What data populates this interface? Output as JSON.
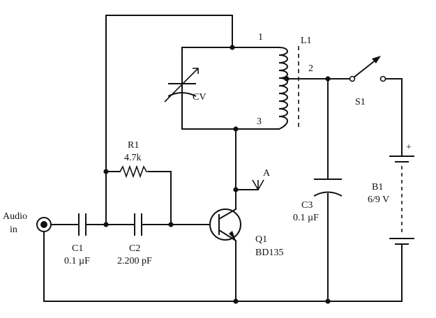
{
  "labels": {
    "audio_in_line1": "Audio",
    "audio_in_line2": "in",
    "c1_name": "C1",
    "c1_value": "0.1 µF",
    "c2_name": "C2",
    "c2_value": "2.200 pF",
    "r1_name": "R1",
    "r1_value": "4.7k",
    "cv_name": "CV",
    "l1_name": "L1",
    "tap1": "1",
    "tap2": "2",
    "tap3": "3",
    "antenna": "A",
    "q1_name": "Q1",
    "q1_value": "BD135",
    "c3_name": "C3",
    "c3_value": "0.1 µF",
    "s1_name": "S1",
    "b1_name": "B1",
    "b1_value": "6/9 V",
    "b1_plus": "+"
  }
}
